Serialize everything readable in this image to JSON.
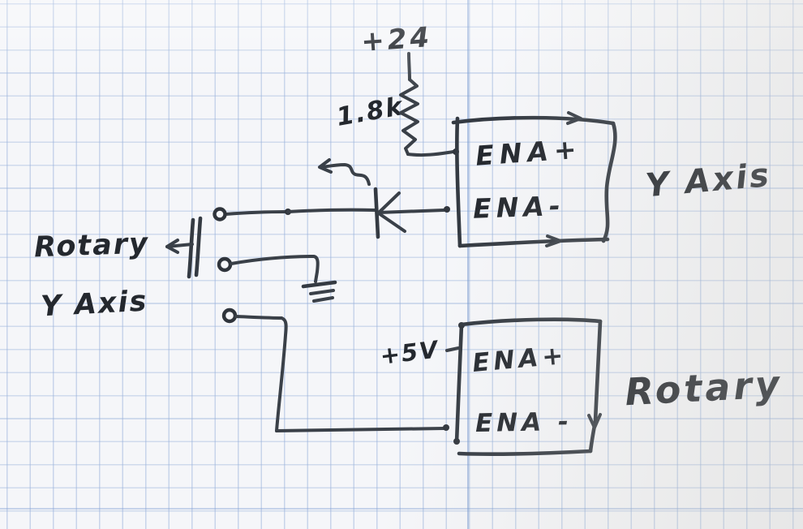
{
  "colors": {
    "paper": "#f5f6f9",
    "grid_line": "#96b0da",
    "grid_strong_line": "#789bd2",
    "ink": "#3a4048",
    "text_ink": "#24282e"
  },
  "schematic": {
    "power_rail_label": "+24",
    "resistor_label": "1.8k",
    "y_axis_driver": {
      "pin_ena_plus": "ENA+",
      "pin_ena_minus": "ENA-",
      "title": "Y Axis"
    },
    "rotary_driver": {
      "supply_label": "+5V",
      "pin_ena_plus": "ENA+",
      "pin_ena_minus": "ENA -",
      "title": "Rotary"
    },
    "selector_switch": {
      "label_line1": "Rotary",
      "label_line2": "Y Axis"
    },
    "symbols": [
      "resistor-icon",
      "diode-icon",
      "ground-icon",
      "rotary-switch-wiper-icon",
      "switch-contact-icon",
      "junction-dot-icon",
      "flow-arrow-icon"
    ]
  }
}
